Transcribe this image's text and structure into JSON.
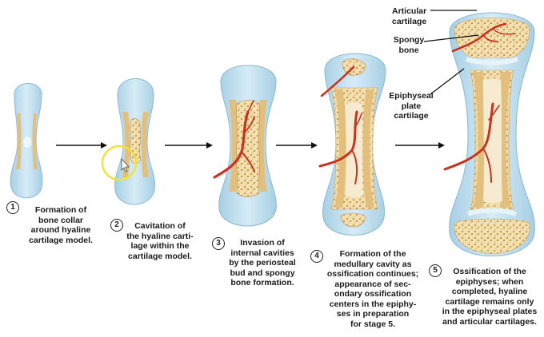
{
  "stages": [
    {
      "number": "1",
      "caption": "Formation of\nbone collar\naround hyaline\ncartilage model."
    },
    {
      "number": "2",
      "caption": "Cavitation of\nthe hyaline carti-\nlage within the\ncartilage model."
    },
    {
      "number": "3",
      "caption": "Invasion of\ninternal cavities\nby the periosteal\nbud and spongy\nbone formation."
    },
    {
      "number": "4",
      "caption": "Formation of the\nmedullary cavity as\nossification continues;\nappearance of sec-\nondary ossification\ncenters in the epiphy-\nses in preparation\nfor stage 5."
    },
    {
      "number": "5",
      "caption": "Ossification of the\nepiphyses; when\ncompleted, hyaline\ncartilage remains only\nin the epiphyseal plates\nand articular cartilages."
    }
  ],
  "labels": {
    "articular": "Articular\ncartilage",
    "spongy": "Spongy\nbone",
    "epiphyseal": "Epiphyseal\nplate\ncartilage"
  },
  "colors": {
    "cartilage": "#bcdcec",
    "bone_collar": "#e8c98a",
    "spongy_bone": "#f3dca6",
    "vessel": "#c8321e",
    "cursor_ring": "#f2e23a"
  },
  "icons": [
    "cursor-highlight-ring-icon",
    "mouse-pointer-icon"
  ]
}
